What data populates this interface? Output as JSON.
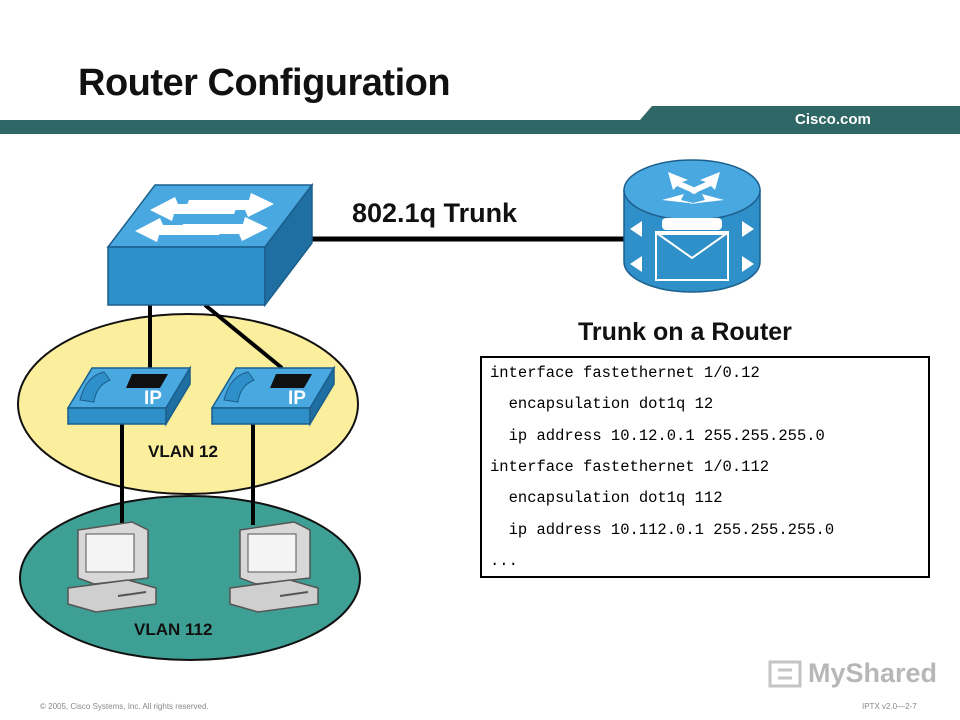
{
  "slide": {
    "title": "Router Configuration",
    "brand": "Cisco.com"
  },
  "diagram": {
    "trunk_label": "802.1q Trunk",
    "vlan_12_label": "VLAN 12",
    "vlan_112_label": "VLAN 112",
    "phone_tag": "IP"
  },
  "config": {
    "title": "Trunk on a Router",
    "lines": [
      "interface fastethernet 1/0.12",
      "  encapsulation dot1q 12",
      "  ip address 10.12.0.1 255.255.255.0",
      "interface fastethernet 1/0.112",
      "  encapsulation dot1q 112",
      "  ip address 10.112.0.1 255.255.255.0",
      "..."
    ]
  },
  "footer": {
    "copyright": "© 2005, Cisco Systems, Inc. All rights reserved.",
    "course": "IPTX v2.0—2-7"
  },
  "watermark": "MyShared",
  "colors": {
    "banner": "#2f6666",
    "switch_face": "#2f8fc8",
    "switch_top": "#4aa8e0",
    "yellow_vlan": "#fbee9c",
    "teal_vlan": "#3e9f95"
  },
  "icons": [
    "switch-icon",
    "router-icon",
    "ip-phone-icon",
    "pc-icon"
  ]
}
